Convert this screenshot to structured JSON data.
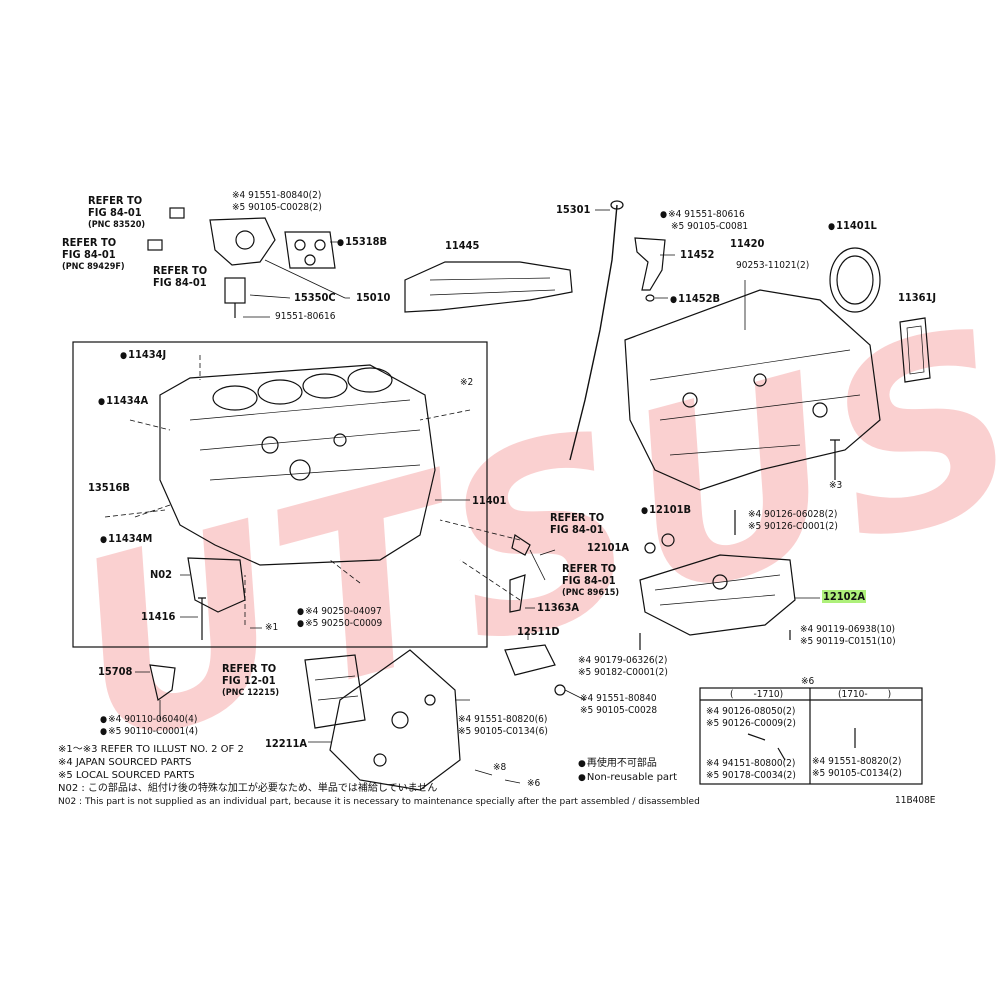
{
  "watermark": "UTSUSHI",
  "diagram_code": "11B408E",
  "refer_notes": [
    {
      "line1": "REFER TO",
      "line2": "FIG 84-01",
      "line3": "(PNC 83520)"
    },
    {
      "line1": "REFER TO",
      "line2": "FIG 84-01",
      "line3": "(PNC 89429F)"
    },
    {
      "line1": "REFER TO",
      "line2": "FIG 84-01",
      "line3": ""
    },
    {
      "line1": "REFER TO",
      "line2": "FIG 84-01",
      "line3": ""
    },
    {
      "line1": "REFER TO",
      "line2": "FIG 84-01",
      "line3": "(PNC 89615)"
    },
    {
      "line1": "REFER TO",
      "line2": "FIG 12-01",
      "line3": "(PNC 12215)"
    }
  ],
  "labels": {
    "p91551_80840": "※4 91551-80840(2)",
    "p590105_c0028a": "※5 90105-C0028(2)",
    "p15318b": "15318B",
    "p15350c": "15350C",
    "p15010": "15010",
    "p91551_80616a": "91551-80616",
    "p11445": "11445",
    "p15301": "15301",
    "p491551_80616": "※4 91551-80616",
    "p590105_c0081": "※5 90105-C0081",
    "p11452": "11452",
    "p11452b": "11452B",
    "p11420": "11420",
    "p90253": "90253-11021(2)",
    "p11401l": "11401L",
    "p11361j": "11361J",
    "p11434j": "11434J",
    "p11434a": "11434A",
    "p13516b": "13516B",
    "p11434m": "11434M",
    "p11401": "11401",
    "pn02": "N02",
    "p11416": "11416",
    "p90250_04097": "※4 90250-04097",
    "p90250_c0009": "※5 90250-C0009",
    "px1": "※1",
    "px2": "※2",
    "px3": "※3",
    "p12101b": "12101B",
    "p12101a": "12101A",
    "p11363a": "11363A",
    "p490126_06028": "※4 90126-06028(2)",
    "p590126_c0001": "※5 90126-C0001(2)",
    "p12102a": "12102A",
    "p490119_06938": "※4 90119-06938(10)",
    "p590119_c0151": "※5 90119-C0151(10)",
    "p12511d": "12511D",
    "p490179_06326": "※4 90179-06326(2)",
    "p590182_c0001": "※5 90182-C0001(2)",
    "p491551_80840b": "※4 91551-80840",
    "p590105_c0028b": "※5 90105-C0028",
    "p15708": "15708",
    "p490110_06040": "※4 90110-06040(4)",
    "p590110_c0001": "※5 90110-C0001(4)",
    "p12211a": "12211A",
    "p491551_80820": "※4 91551-80820(6)",
    "p590105_c0134": "※5 90105-C0134(6)",
    "px8": "※8",
    "px6": "※6",
    "tbl_x6": "※6",
    "tbl_col1": "(　　-1710)",
    "tbl_col2": "(1710-　　)",
    "tbl_a1": "※4 90126-08050(2)",
    "tbl_a2": "※5 90126-C0009(2)",
    "tbl_a3": "※4 94151-80800(2)",
    "tbl_a4": "※5 90178-C0034(2)",
    "tbl_b1": "※4 91551-80820(2)",
    "tbl_b2": "※5 90105-C0134(2)"
  },
  "legend": {
    "jp": "再使用不可部品",
    "en": "Non-reusable part"
  },
  "footnotes": [
    "※1～※3 REFER TO ILLUST NO. 2 OF 2",
    "※4 JAPAN SOURCED PARTS",
    "※5 LOCAL SOURCED PARTS",
    "N02 : この部品は、組付け後の特殊な加工が必要なため、単品では補給していません",
    "N02 : This part is not supplied as an individual part, because it is necessary to maintenance specially after the part assembled / disassembled"
  ],
  "colors": {
    "highlight": "#aef07a",
    "watermark": "#e62828",
    "line": "#111111"
  }
}
